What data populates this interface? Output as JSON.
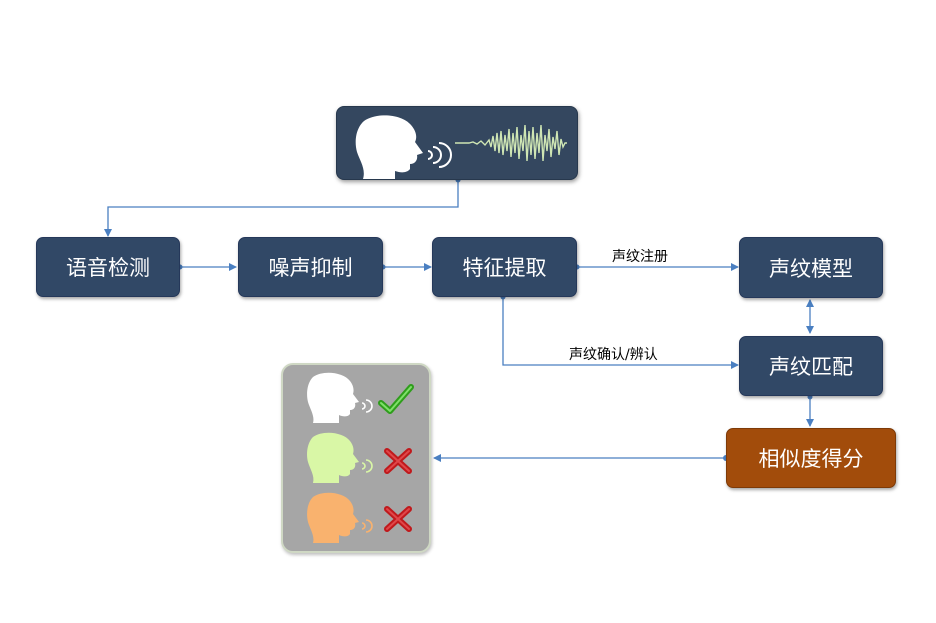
{
  "nodes": {
    "voice_detect": "语音检测",
    "noise_suppress": "噪声抑制",
    "feature_extract": "特征提取",
    "voiceprint_model": "声纹模型",
    "voiceprint_match": "声纹匹配",
    "similarity_score": "相似度得分"
  },
  "edge_labels": {
    "enroll": "声纹注册",
    "verify": "声纹确认/辨认"
  },
  "icons": {
    "speaker": "speaking-head-icon",
    "waveform": "waveform-icon",
    "accept": "check-icon",
    "reject": "cross-icon"
  },
  "colors": {
    "node": "#314866",
    "score_node": "#a24c0b",
    "connector": "#4a7fc1",
    "head_white": "#ffffff",
    "head_green": "#d9f7a6",
    "head_orange": "#f9b26e",
    "check": "#2f9e1c",
    "cross": "#c0191c"
  }
}
